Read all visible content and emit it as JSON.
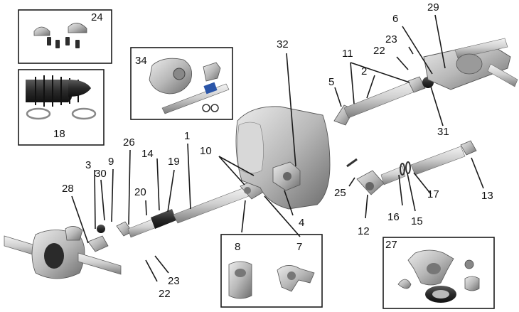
{
  "callouts": {
    "n1": "1",
    "n2": "2",
    "n3": "3",
    "n4": "4",
    "n5": "5",
    "n6": "6",
    "n7": "7",
    "n8": "8",
    "n9": "9",
    "n10": "10",
    "n11": "11",
    "n12": "12",
    "n13": "13",
    "n14": "14",
    "n15": "15",
    "n16": "16",
    "n17": "17",
    "n18": "18",
    "n19": "19",
    "n20": "20",
    "n22a": "22",
    "n22b": "22",
    "n23a": "23",
    "n23b": "23",
    "n24": "24",
    "n25": "25",
    "n26": "26",
    "n27": "27",
    "n28": "28",
    "n29": "29",
    "n30": "30",
    "n31": "31",
    "n32": "32",
    "n34": "34"
  },
  "colors": {
    "shaft": "#d2d2d2",
    "shaft_dark": "#8a8a8a",
    "housing": "#b9b9b9",
    "boot": "#2b2b2b",
    "accent_blue": "#2a55a8",
    "line": "#1a1a1a"
  }
}
